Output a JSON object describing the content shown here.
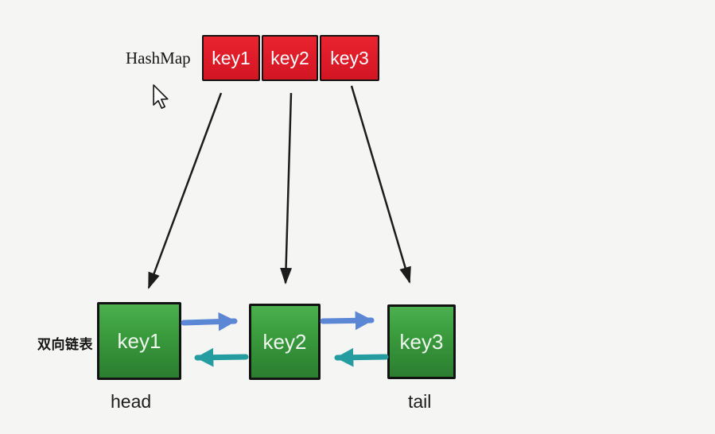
{
  "hashmap": {
    "label": "HashMap",
    "cells": [
      {
        "label": "key1"
      },
      {
        "label": "key2"
      },
      {
        "label": "key3"
      }
    ]
  },
  "linked_list": {
    "label": "双向链表",
    "head_label": "head",
    "tail_label": "tail",
    "nodes": [
      {
        "label": "key1"
      },
      {
        "label": "key2"
      },
      {
        "label": "key3"
      }
    ]
  },
  "icons": {
    "cursor": "mouse-pointer-icon"
  },
  "colors": {
    "background": "#f5f5f4",
    "bucket_red": "#dd1b28",
    "node_green_top": "#4cb04e",
    "node_green_bottom": "#2b7d2f",
    "next_arrow_blue": "#5c87d5",
    "prev_arrow_teal": "#259da0",
    "hash_arrow_black": "#1c1c1c"
  }
}
